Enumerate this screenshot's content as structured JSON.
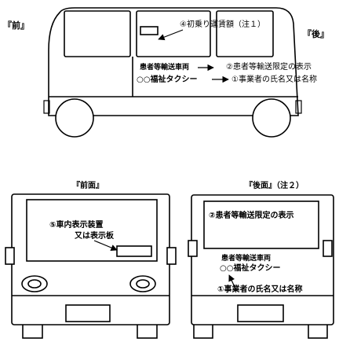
{
  "side_view": {
    "front_label": "『前』",
    "rear_label": "『後』",
    "fare_label": "④初乗り運賃額（注１）",
    "vehicle_type": "患者等輸送車両",
    "limited_display_label": "②患者等輸送限定の表示",
    "company_name": "○○福祉タクシー",
    "operator_label": "①事業者の氏名又は名称"
  },
  "front_view": {
    "title": "『前面』",
    "display_label_line1": "⑤車内表示装置",
    "display_label_line2": "又は表示板"
  },
  "rear_view": {
    "title": "『後面』（注２）",
    "limited_display": "②患者等輸送限定の表示",
    "vehicle_type": "患者等輸送車両",
    "company_name": "○○福祉タクシー",
    "operator_label": "①事業者の氏名又は名称"
  },
  "colors": {
    "line": "#000000",
    "background": "#ffffff"
  }
}
